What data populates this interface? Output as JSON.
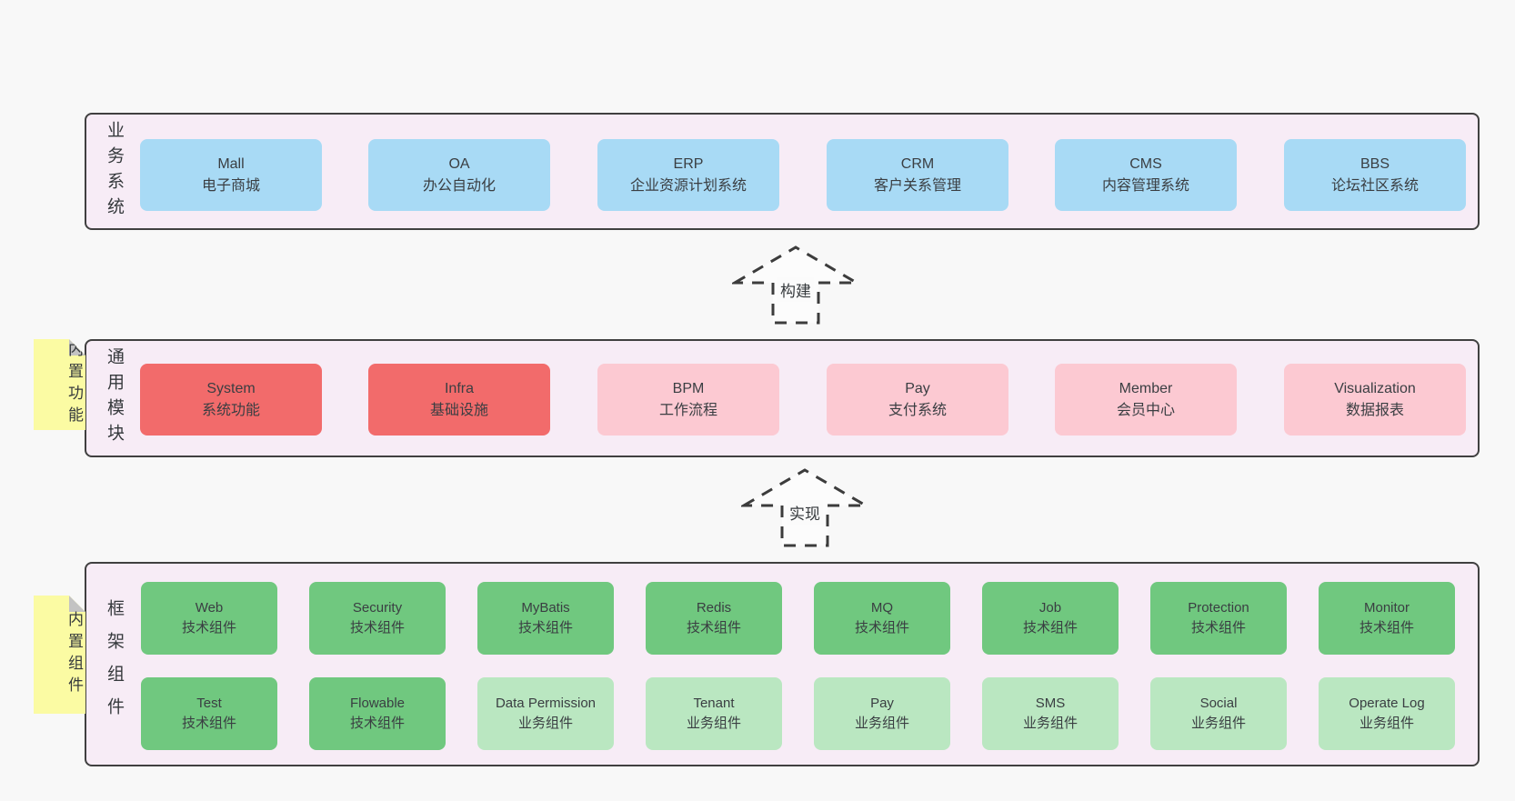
{
  "colors": {
    "page_bg": "#f8f8f8",
    "band_bg": "#f7ecf6",
    "line": "#404040",
    "blue": "#a8daf5",
    "red": "#f26b6b",
    "pink": "#fcc9d2",
    "green_dark": "#70c87f",
    "green_light": "#bae7c1",
    "sticky": "#fbfba3",
    "fold": "#c3c3c3"
  },
  "bands": [
    {
      "label": "业务系统",
      "boxes": [
        {
          "title": "Mall",
          "subtitle": "电子商城"
        },
        {
          "title": "OA",
          "subtitle": "办公自动化"
        },
        {
          "title": "ERP",
          "subtitle": "企业资源计划系统"
        },
        {
          "title": "CRM",
          "subtitle": "客户关系管理"
        },
        {
          "title": "CMS",
          "subtitle": "内容管理系统"
        },
        {
          "title": "BBS",
          "subtitle": "论坛社区系统"
        }
      ]
    },
    {
      "label": "通用模块",
      "sticky": "内置功能",
      "boxes": [
        {
          "title": "System",
          "subtitle": "系统功能"
        },
        {
          "title": "Infra",
          "subtitle": "基础设施"
        },
        {
          "title": "BPM",
          "subtitle": "工作流程"
        },
        {
          "title": "Pay",
          "subtitle": "支付系统"
        },
        {
          "title": "Member",
          "subtitle": "会员中心"
        },
        {
          "title": "Visualization",
          "subtitle": "数据报表"
        }
      ]
    },
    {
      "label": "框架组件",
      "sticky": "内置组件",
      "rows": [
        [
          {
            "title": "Web",
            "subtitle": "技术组件"
          },
          {
            "title": "Security",
            "subtitle": "技术组件"
          },
          {
            "title": "MyBatis",
            "subtitle": "技术组件"
          },
          {
            "title": "Redis",
            "subtitle": "技术组件"
          },
          {
            "title": "MQ",
            "subtitle": "技术组件"
          },
          {
            "title": "Job",
            "subtitle": "技术组件"
          },
          {
            "title": "Protection",
            "subtitle": "技术组件"
          },
          {
            "title": "Monitor",
            "subtitle": "技术组件"
          }
        ],
        [
          {
            "title": "Test",
            "subtitle": "技术组件"
          },
          {
            "title": "Flowable",
            "subtitle": "技术组件"
          },
          {
            "title": "Data Permission",
            "subtitle": "业务组件"
          },
          {
            "title": "Tenant",
            "subtitle": "业务组件"
          },
          {
            "title": "Pay",
            "subtitle": "业务组件"
          },
          {
            "title": "SMS",
            "subtitle": "业务组件"
          },
          {
            "title": "Social",
            "subtitle": "业务组件"
          },
          {
            "title": "Operate Log",
            "subtitle": "业务组件"
          }
        ]
      ]
    }
  ],
  "arrows": [
    {
      "label": "构建"
    },
    {
      "label": "实现"
    }
  ]
}
